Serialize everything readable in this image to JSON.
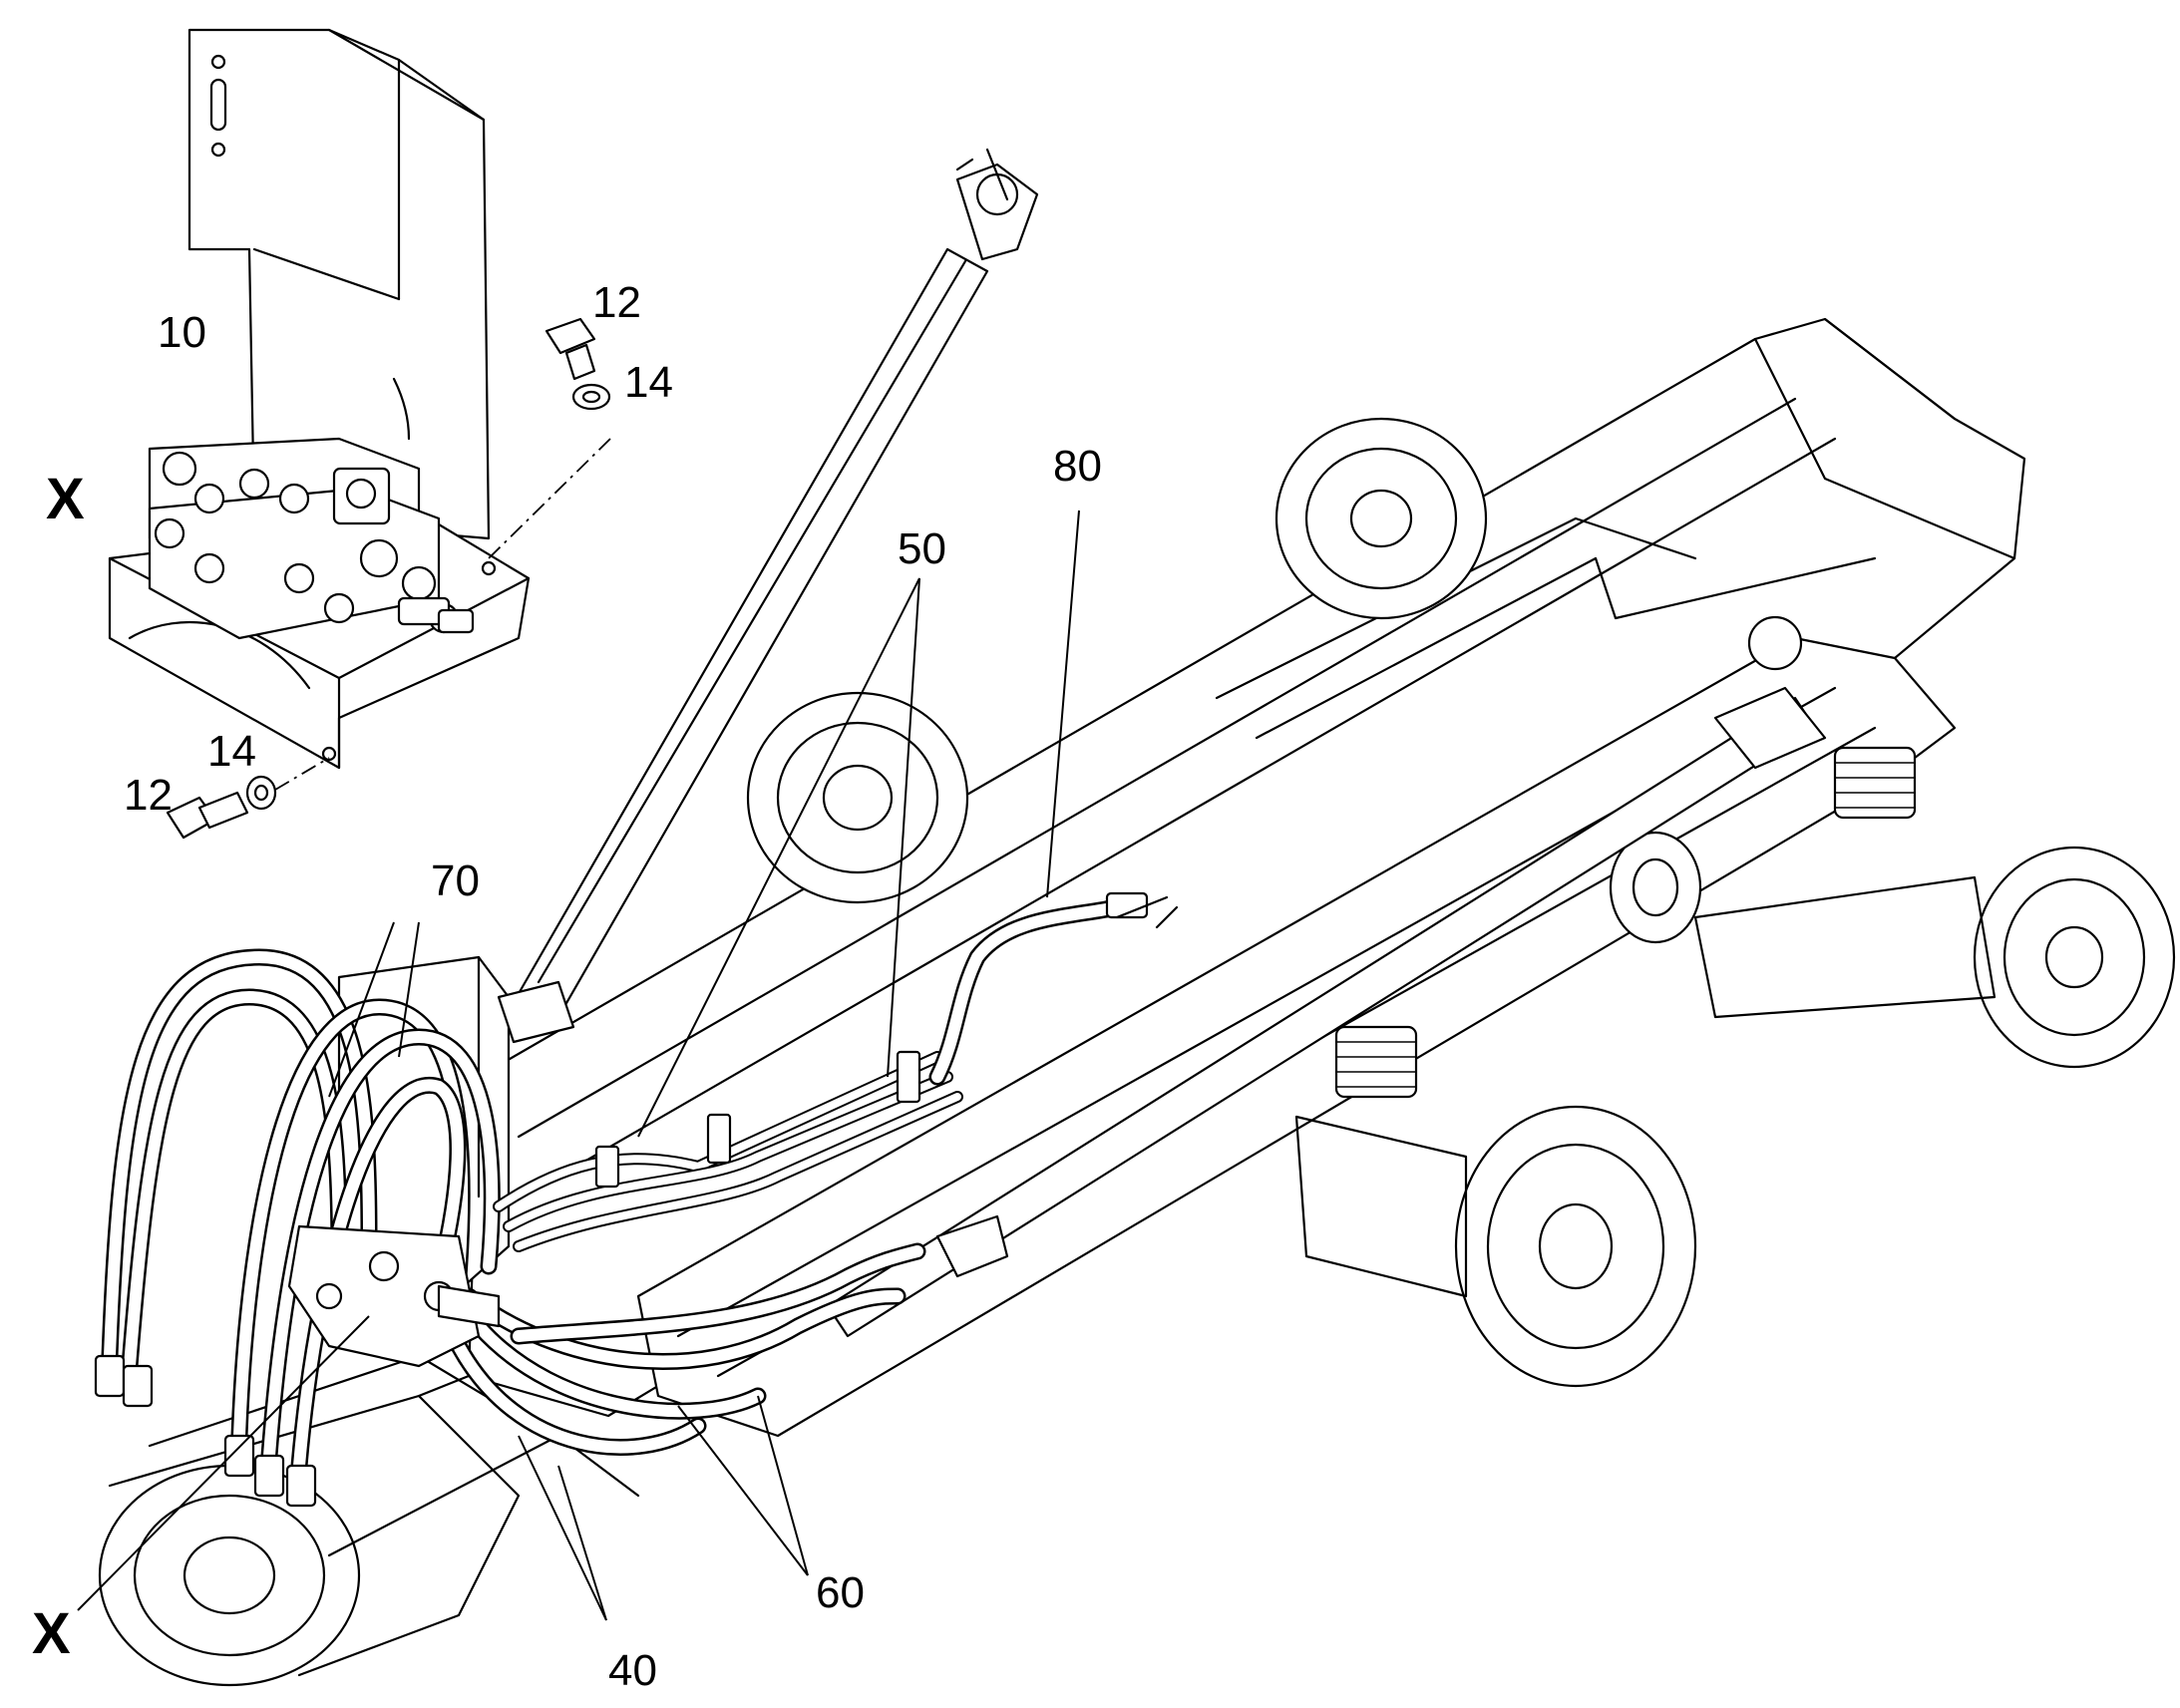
{
  "callouts": {
    "c10": "10",
    "c12a": "12",
    "c14a": "14",
    "c14b": "14",
    "c12b": "12",
    "c70": "70",
    "c80": "80",
    "c50": "50",
    "c60": "60",
    "c40": "40",
    "xDetail": "X",
    "xMain": "X"
  }
}
